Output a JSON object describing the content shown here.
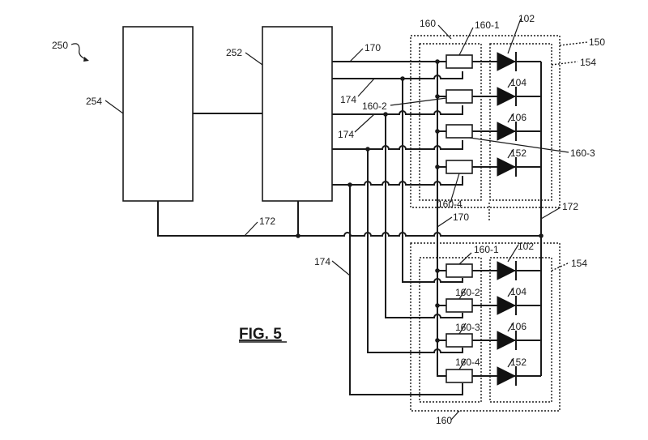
{
  "figure": {
    "title": "FIG. 5",
    "system_label": "250",
    "blocks": [
      {
        "id": "254",
        "label": "254"
      },
      {
        "id": "252",
        "label": "252"
      }
    ],
    "lines": {
      "line_170": "170",
      "line_172": "172",
      "line_174": "174"
    },
    "module_labels": {
      "outer": "150",
      "led_group": "154",
      "driver_group": "160"
    },
    "groups": [
      {
        "name": "upper",
        "drivers": [
          "160-1",
          "160-2",
          "160-3",
          "160-4"
        ],
        "leds": [
          "102",
          "104",
          "106",
          "152"
        ]
      },
      {
        "name": "lower",
        "drivers": [
          "160-1",
          "160-2",
          "160-3",
          "160-4"
        ],
        "leds": [
          "102",
          "104",
          "106",
          "152"
        ]
      }
    ],
    "labels": {
      "l250": "250",
      "l254": "254",
      "l252": "252",
      "l170_top": "170",
      "l174_a": "174",
      "l174_b": "174",
      "l174_c": "174",
      "l160_2_upper": "160-2",
      "l160_upper": "160",
      "l160_1_upper": "160-1",
      "l102_upper": "102",
      "l104_upper": "104",
      "l106_upper": "106",
      "l152_upper": "152",
      "l150": "150",
      "l154_upper": "154",
      "l160_3_upper": "160-3",
      "l160_4_upper": "160-4",
      "l170_mid": "170",
      "l172_left": "172",
      "l172_right": "172",
      "l160_1_lower": "160-1",
      "l160_2_lower": "160-2",
      "l160_3_lower": "160-3",
      "l160_4_lower": "160-4",
      "l102_lower": "102",
      "l104_lower": "104",
      "l106_lower": "106",
      "l152_lower": "152",
      "l154_lower": "154",
      "l160_lower": "160"
    }
  }
}
